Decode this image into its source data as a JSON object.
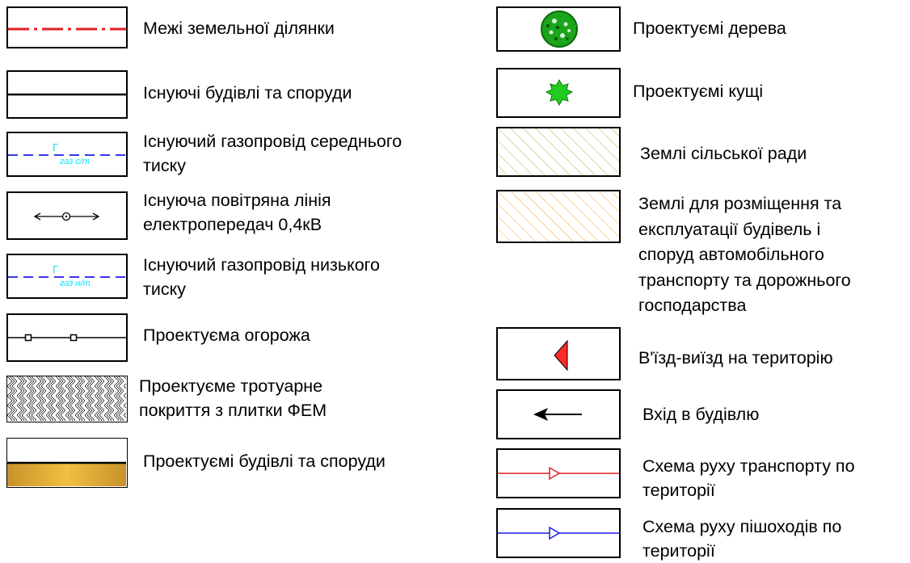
{
  "legend_left": {
    "land_boundary": "Межі земельної ділянки",
    "existing_buildings": "Існуючі будівлі та споруди",
    "existing_gas_medium": "Існуючий газопровід середнього\nтиску",
    "existing_gas_medium_tag": "газ с/т",
    "existing_gas_letter": "Г",
    "power_line": "Існуюча повітряна  лінія\nелектропередач  0,4кВ",
    "existing_gas_low": "Існуючий газопровід низького\nтиску",
    "existing_gas_low_tag": "газ н/т",
    "fence": "Проектуєма огорожа",
    "paving": "Проектуєме тротуарне\nпокриття з плитки ФЕМ",
    "new_buildings": "Проектуємі будівлі та споруди"
  },
  "legend_right": {
    "trees": "Проектуємі дерева",
    "bushes": "Проектуємі кущі",
    "council_land": "Землі сільської ради",
    "transport_land": "Землі для розміщення та\nексплуатації будівель і\nспоруд автомобільного\nтранспорту та дорожнього\nгосподарства",
    "entry_exit": "В'їзд-виїзд на територію",
    "building_entrance": "Вхід в будівлю",
    "traffic_scheme": "Схема руху транспорту по\nтериторії",
    "pedestrian_scheme": "Схема руху пішоходів по\nтериторії"
  },
  "colors": {
    "boundary_red": "#e31e24",
    "gas_blue": "#1a1ae6",
    "gas_cyan": "#00e5ff",
    "green_hatch": "#8cc63f",
    "orange_hatch": "#f0a830",
    "gold": "#e0b030",
    "tree_green": "#1aa51a",
    "traffic_red": "#e31e24",
    "pedestrian_blue": "#1a1ae6"
  }
}
